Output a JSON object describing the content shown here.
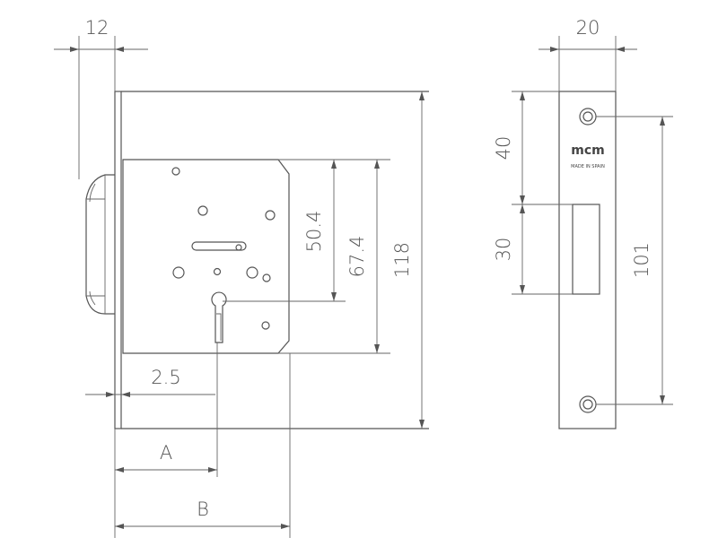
{
  "dimensions": {
    "bolt_width": "12",
    "plate_width": "20",
    "height_40": "40",
    "height_30": "30",
    "height_101": "101",
    "height_504": "50.4",
    "height_674": "67.4",
    "height_118": "118",
    "offset_25": "2.5",
    "dim_a": "A",
    "dim_b": "B"
  },
  "faceplate": {
    "brand": "mcm",
    "origin": "MADE IN SPAIN"
  }
}
